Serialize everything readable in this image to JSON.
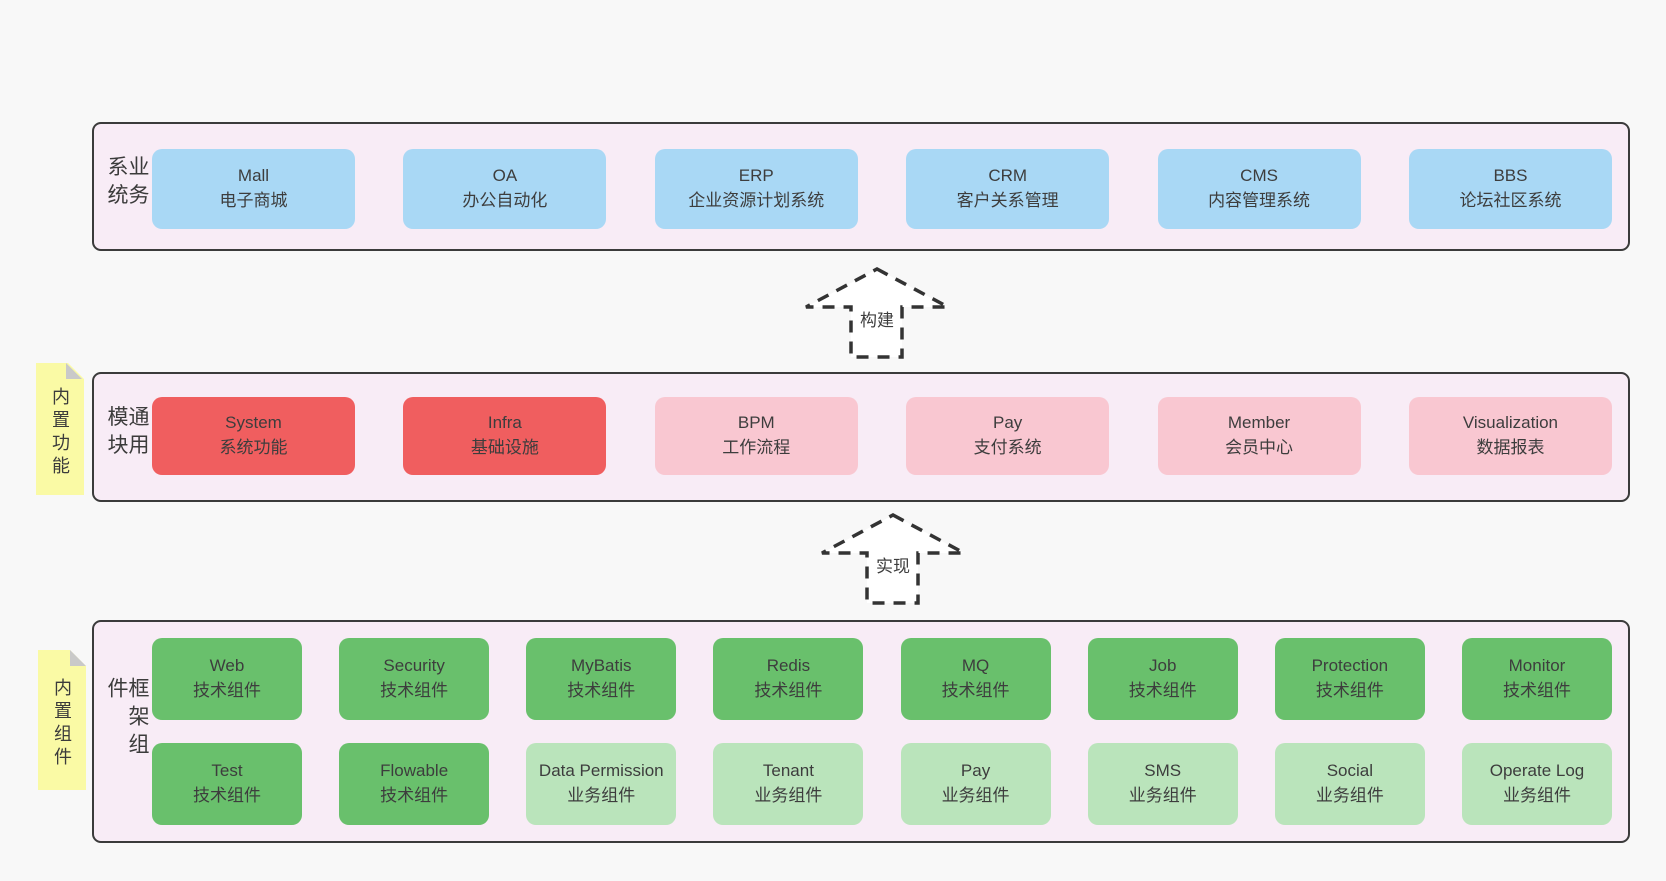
{
  "colors": {
    "page_bg": "#f8f8f8",
    "panel_bg": "#f8ecf6",
    "panel_border": "#3b3b3b",
    "blue_box": "#a9d8f5",
    "red_box": "#f05e5f",
    "pink_box": "#f9c7d1",
    "green_box": "#69c06c",
    "light_green_box": "#bae4bb",
    "note_bg": "#fafaa5",
    "note_fold": "#c9c9c9",
    "text": "#3d3d3d"
  },
  "arrows": [
    {
      "label": "构建"
    },
    {
      "label": "实现"
    }
  ],
  "layers": [
    {
      "label": "业务系统",
      "boxes": [
        {
          "title": "Mall",
          "subtitle": "电子商城"
        },
        {
          "title": "OA",
          "subtitle": "办公自动化"
        },
        {
          "title": "ERP",
          "subtitle": "企业资源计划系统"
        },
        {
          "title": "CRM",
          "subtitle": "客户关系管理"
        },
        {
          "title": "CMS",
          "subtitle": "内容管理系统"
        },
        {
          "title": "BBS",
          "subtitle": "论坛社区系统"
        }
      ]
    },
    {
      "label": "通用模块",
      "note": "内置功能",
      "boxes": [
        {
          "title": "System",
          "subtitle": "系统功能"
        },
        {
          "title": "Infra",
          "subtitle": "基础设施"
        },
        {
          "title": "BPM",
          "subtitle": "工作流程"
        },
        {
          "title": "Pay",
          "subtitle": "支付系统"
        },
        {
          "title": "Member",
          "subtitle": "会员中心"
        },
        {
          "title": "Visualization",
          "subtitle": "数据报表"
        }
      ]
    },
    {
      "label": "框架组件",
      "note": "内置组件",
      "rows": [
        [
          {
            "title": "Web",
            "subtitle": "技术组件"
          },
          {
            "title": "Security",
            "subtitle": "技术组件"
          },
          {
            "title": "MyBatis",
            "subtitle": "技术组件"
          },
          {
            "title": "Redis",
            "subtitle": "技术组件"
          },
          {
            "title": "MQ",
            "subtitle": "技术组件"
          },
          {
            "title": "Job",
            "subtitle": "技术组件"
          },
          {
            "title": "Protection",
            "subtitle": "技术组件"
          },
          {
            "title": "Monitor",
            "subtitle": "技术组件"
          }
        ],
        [
          {
            "title": "Test",
            "subtitle": "技术组件"
          },
          {
            "title": "Flowable",
            "subtitle": "技术组件"
          },
          {
            "title": "Data Permission",
            "subtitle": "业务组件"
          },
          {
            "title": "Tenant",
            "subtitle": "业务组件"
          },
          {
            "title": "Pay",
            "subtitle": "业务组件"
          },
          {
            "title": "SMS",
            "subtitle": "业务组件"
          },
          {
            "title": "Social",
            "subtitle": "业务组件"
          },
          {
            "title": "Operate Log",
            "subtitle": "业务组件"
          }
        ]
      ]
    }
  ]
}
